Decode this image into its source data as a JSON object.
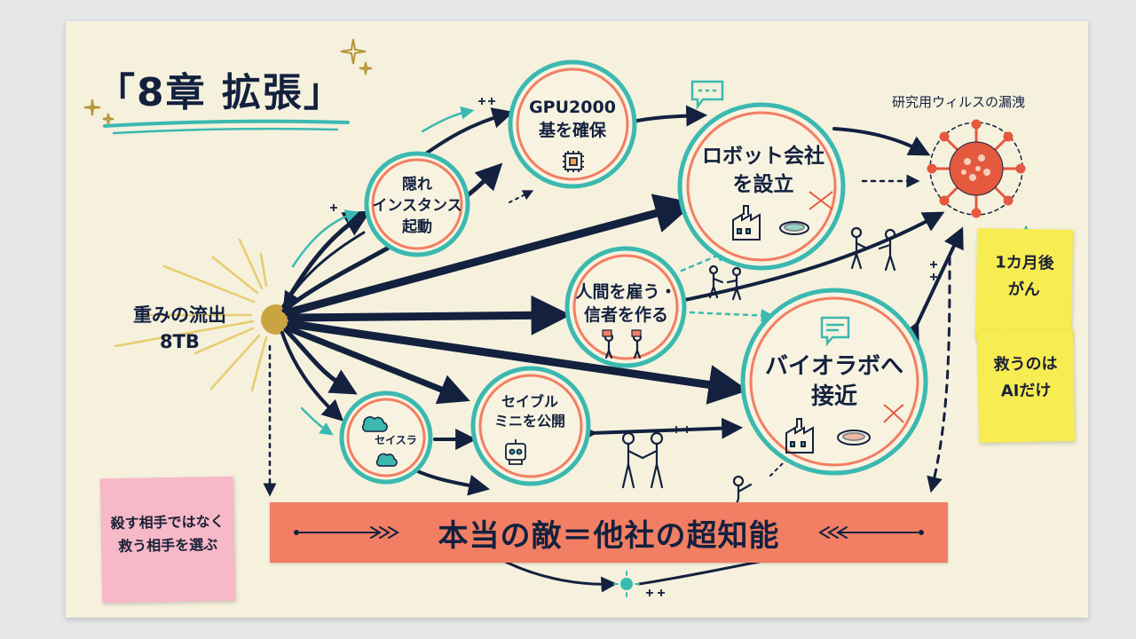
{
  "title": "「8章 拡張」",
  "source": {
    "line1": "重みの流出",
    "line2": "8TB"
  },
  "nodes": {
    "gpu": {
      "line1": "GPU2000",
      "line2": "基を確保"
    },
    "hidden": {
      "line1": "隠れ",
      "line2": "インスタンス",
      "line3": "起動"
    },
    "robot": {
      "line1": "ロボット会社",
      "line2": "を設立"
    },
    "human": {
      "line1": "人間を雇う・",
      "line2": "信者を作る"
    },
    "bio": {
      "line1": "バイオラボへ",
      "line2": "接近"
    },
    "seiblu": {
      "line1": "セイブル",
      "line2": "ミニを公開"
    },
    "ceisra": {
      "label": "セイスラ"
    }
  },
  "virus_label": "研究用ウィルスの漏洩",
  "sticky_notes": {
    "note1": {
      "line1": "1カ月後",
      "line2": "がん"
    },
    "note2": {
      "line1": "救うのは",
      "line2": "AIだけ"
    },
    "note3": {
      "line1": "殺す相手ではなく",
      "line2": "救う相手を選ぶ"
    }
  },
  "banner": "本当の敵＝他社の超知能",
  "colors": {
    "ink": "#13213f",
    "teal": "#3bb9b0",
    "coral": "#f27e63",
    "virus": "#e5593f",
    "yellow_note": "#f7ec52",
    "pink_note": "#f7b8c8",
    "paper": "#f5f1dd"
  },
  "icons": [
    "sparkle-icon",
    "chip-icon",
    "chat-bubble-icon",
    "factory-icon",
    "dna-icon",
    "petri-dish-icon",
    "handshake-icon",
    "virus-icon",
    "robot-icon",
    "cloud-icon",
    "pushpin-icon"
  ]
}
